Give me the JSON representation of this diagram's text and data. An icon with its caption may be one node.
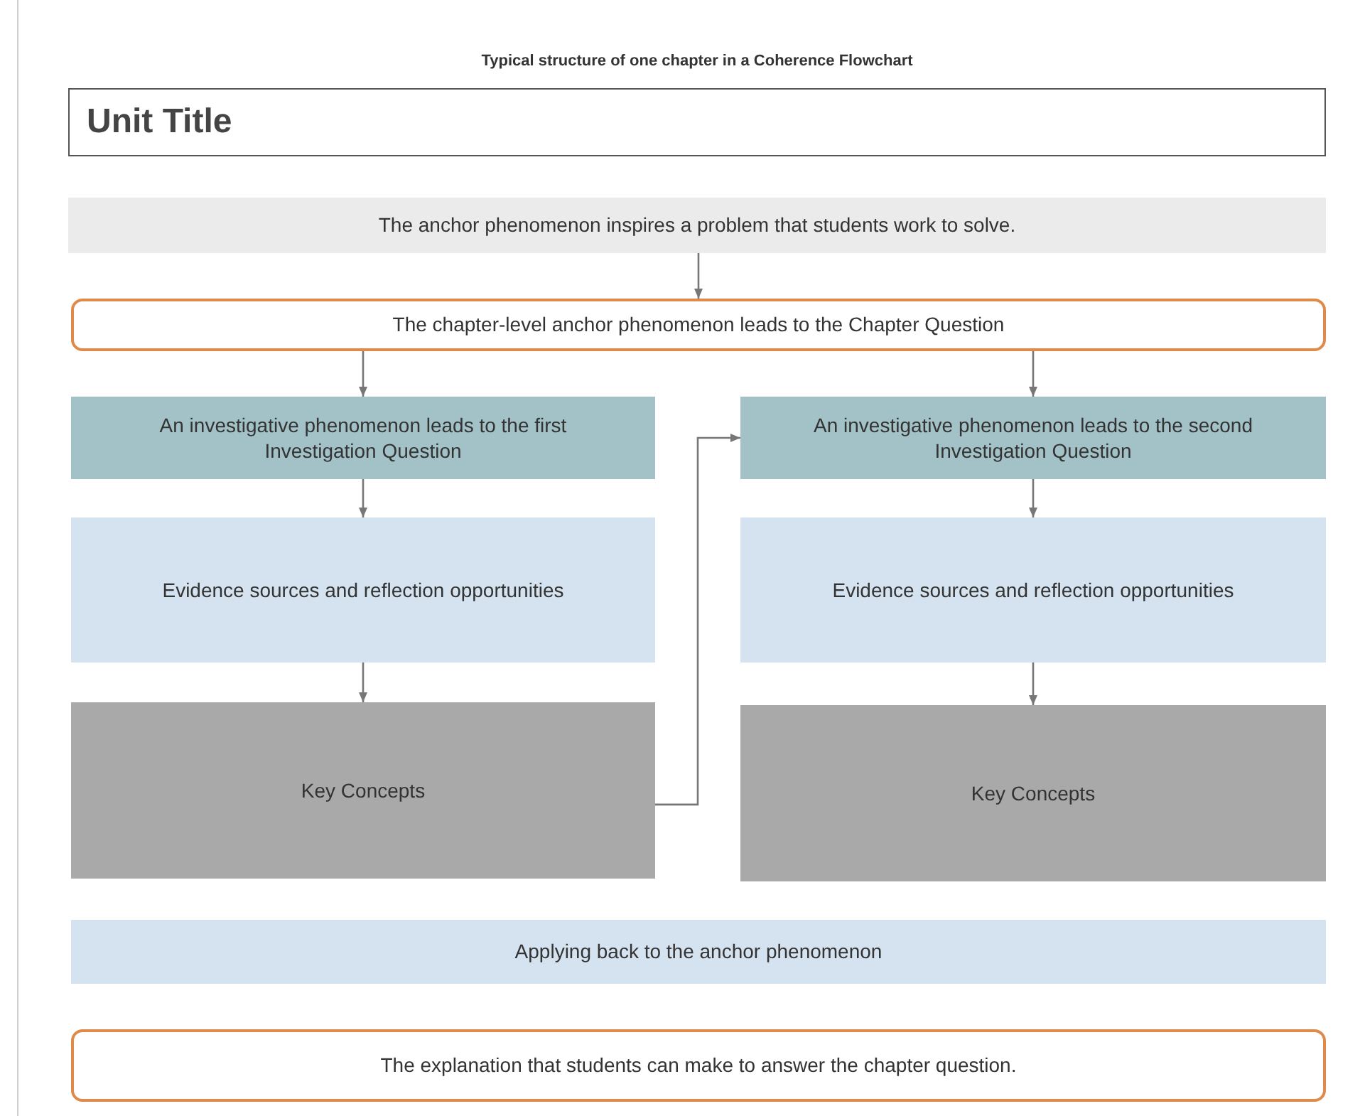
{
  "diagram": {
    "title": "Typical structure of one chapter in a Coherence Flowchart",
    "nodes": [
      {
        "text": [
          "Unit Title"
        ]
      },
      {
        "text": [
          "The anchor phenomenon inspires a problem that students work to solve."
        ]
      },
      {
        "text": [
          "The chapter-level anchor phenomenon leads to the Chapter Question"
        ]
      },
      {
        "text": [
          "An investigative phenomenon leads to the first Investigation Question"
        ]
      },
      {
        "text": [
          "Evidence sources and reflection opportunities"
        ]
      },
      {
        "text": [
          "Key Concepts"
        ]
      },
      {
        "text": [
          "An investigative phenomenon leads to the second Investigation Question"
        ]
      },
      {
        "text": [
          "Evidence sources and reflection opportunities"
        ]
      },
      {
        "text": [
          "Key Concepts"
        ]
      },
      {
        "text": [
          "Applying back to the anchor phenomenon"
        ]
      },
      {
        "text": [
          "The explanation that students can make to answer the chapter question."
        ]
      }
    ],
    "edges": [
      {
        "from": 1,
        "to": 2,
        "arrow": "to"
      },
      {
        "from": 2,
        "to": 3,
        "arrow": "to"
      },
      {
        "from": 2,
        "to": 6,
        "arrow": "to"
      },
      {
        "from": 3,
        "to": 4,
        "arrow": "to"
      },
      {
        "from": 4,
        "to": 5,
        "arrow": "to"
      },
      {
        "from": 6,
        "to": 7,
        "arrow": "to"
      },
      {
        "from": 7,
        "to": 8,
        "arrow": "to"
      },
      {
        "from": 5,
        "to": 6,
        "arrow": "to"
      }
    ]
  }
}
